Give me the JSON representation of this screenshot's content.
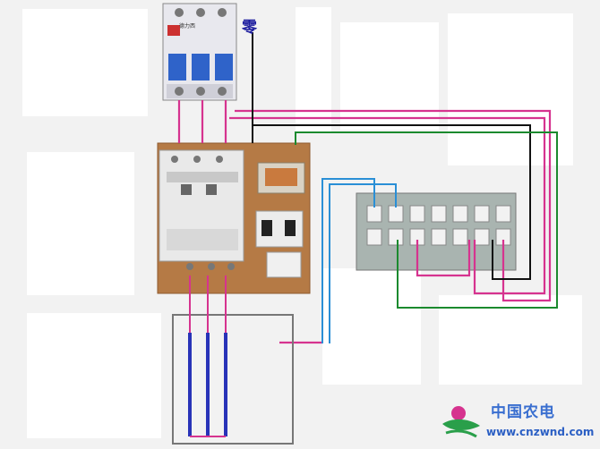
{
  "labels": {
    "neutral": "零",
    "breaker_brand": "德力西"
  },
  "watermark": {
    "title": "中国农电",
    "url": "www.cnzwnd.com"
  },
  "colors": {
    "live_wire": "#d6338f",
    "neutral_wire": "#111111",
    "green_wire": "#1b8a2e",
    "blue_wire": "#2a8fd6",
    "electrode": "#2833b8",
    "breaker_body": "#e8e8ee",
    "breaker_terminal_cover": "#2f63c9",
    "backplate": "#b57a45",
    "contactor": "#e9e9e9",
    "terminal_block": "#a9b4b0"
  }
}
